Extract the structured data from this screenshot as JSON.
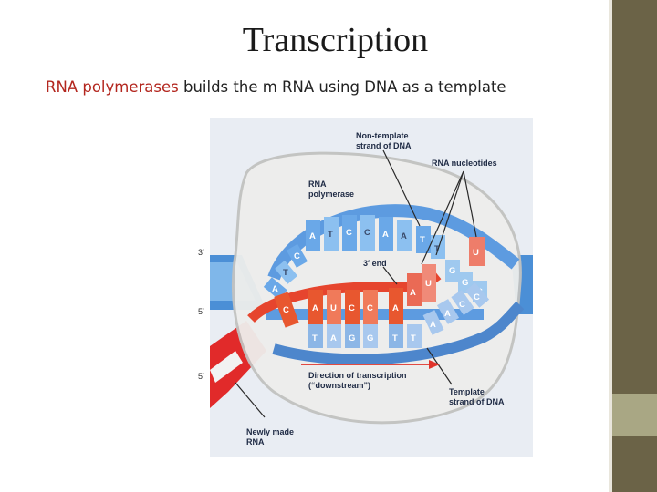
{
  "slide": {
    "title": "Transcription",
    "subtitle_highlight": "RNA polymerases",
    "subtitle_rest": " builds the m RNA using DNA as a template"
  },
  "figure": {
    "panel_title": "Elongation",
    "labels": {
      "non_template_line1": "Non-template",
      "non_template_line2": "strand of DNA",
      "rna_nucleotides": "RNA nucleotides",
      "rna_pol_line1": "RNA",
      "rna_pol_line2": "polymerase",
      "three_prime_end": "3′ end",
      "direction_line1": "Direction of transcription",
      "direction_line2": "(“downstream”)",
      "template_line1": "Template",
      "template_line2": "strand of DNA",
      "newly_made_line1": "Newly made",
      "newly_made_line2": "RNA",
      "prime_3_top": "3′",
      "prime_5_mid": "5′",
      "prime_5_bottom": "5′"
    },
    "top_strand_bases": [
      "A",
      "T",
      "C",
      "C",
      "A",
      "A"
    ],
    "left_top_bases": [
      "C",
      "T",
      "A"
    ],
    "right_top_bases": [
      "T",
      "T",
      "G",
      "G",
      "C"
    ],
    "rna_bases": [
      "C",
      "A",
      "U",
      "C",
      "C",
      "A"
    ],
    "template_bases": [
      "T",
      "A",
      "G",
      "G",
      "T",
      "T"
    ],
    "incoming_nucleotides": [
      "A",
      "U",
      "U"
    ],
    "right_template_bases": [
      "A",
      "A",
      "C",
      "C"
    ]
  }
}
